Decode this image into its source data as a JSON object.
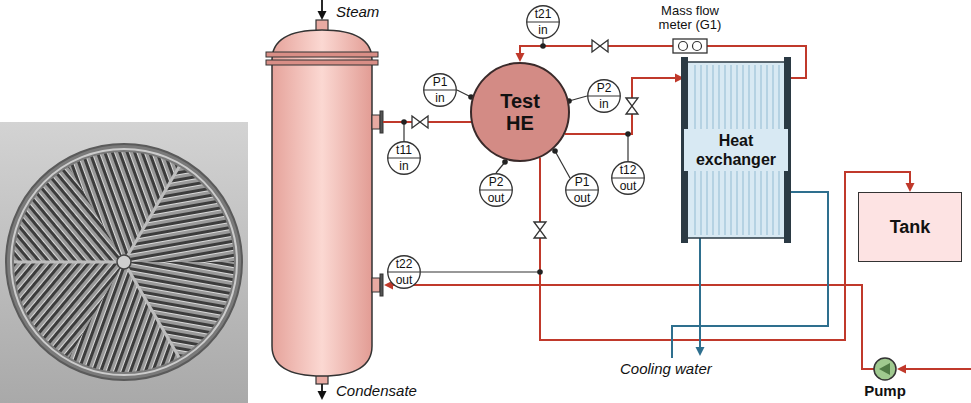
{
  "diagram": {
    "nodes": [
      {
        "text": [
          "t21",
          "in"
        ]
      },
      {
        "text": [
          "Mass flow meter (G1)"
        ]
      },
      {
        "text": [
          "P1",
          "in"
        ]
      },
      {
        "text": [
          "t11",
          "in"
        ]
      },
      {
        "text": [
          "Test HE"
        ]
      },
      {
        "text": [
          "P2",
          "in"
        ]
      },
      {
        "text": [
          "Heat exchanger"
        ]
      },
      {
        "text": [
          "P2",
          "out"
        ]
      },
      {
        "text": [
          "t12",
          "out"
        ]
      },
      {
        "text": [
          "P1",
          "out"
        ]
      },
      {
        "text": [
          "Tank"
        ]
      },
      {
        "text": [
          "t22",
          "out"
        ]
      },
      {
        "text": [
          "Pump"
        ]
      }
    ],
    "edges": [
      {
        "from": 4,
        "to": 6,
        "arrow": "to"
      },
      {
        "from": 6,
        "to": 1,
        "arrow": "none"
      },
      {
        "from": 1,
        "to": 4,
        "arrow": "to"
      },
      {
        "from": 4,
        "to": 10,
        "arrow": "to"
      }
    ],
    "labels": [
      "Steam",
      "Condensate",
      "Cooling water"
    ]
  }
}
